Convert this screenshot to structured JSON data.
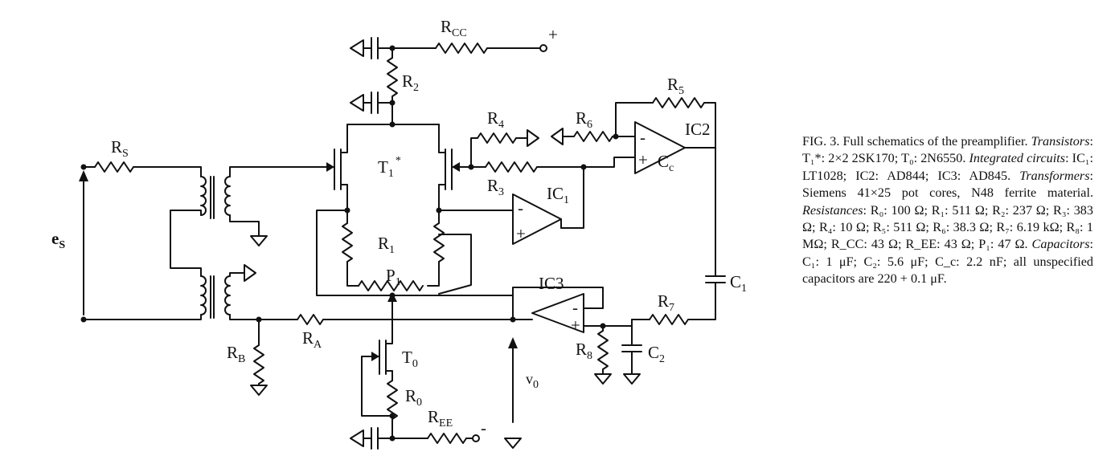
{
  "diagram": {
    "components": {
      "R_CC": {
        "main": "R",
        "sub": "CC"
      },
      "plus": "+",
      "R_2": {
        "main": "R",
        "sub": "2"
      },
      "R_5": {
        "main": "R",
        "sub": "5"
      },
      "R_4": {
        "main": "R",
        "sub": "4"
      },
      "R_6": {
        "main": "R",
        "sub": "6"
      },
      "IC2": "IC2",
      "C_c": {
        "main": "C",
        "sub": "c"
      },
      "R_S": {
        "main": "R",
        "sub": "S"
      },
      "T_1": {
        "main": "T",
        "sub": "1",
        "sup": "*"
      },
      "R_3": {
        "main": "R",
        "sub": "3"
      },
      "IC_1": {
        "main": "IC",
        "sub": "1"
      },
      "e_S": {
        "main": "e",
        "sub": "S"
      },
      "R_1": {
        "main": "R",
        "sub": "1"
      },
      "P_1": {
        "main": "P",
        "sub": "1"
      },
      "IC3": "IC3",
      "C_1": {
        "main": "C",
        "sub": "1"
      },
      "R_7": {
        "main": "R",
        "sub": "7"
      },
      "R_A": {
        "main": "R",
        "sub": "A"
      },
      "R_B": {
        "main": "R",
        "sub": "B"
      },
      "T_0": {
        "main": "T",
        "sub": "0"
      },
      "R_0": {
        "main": "R",
        "sub": "0"
      },
      "R_8": {
        "main": "R",
        "sub": "8"
      },
      "C_2": {
        "main": "C",
        "sub": "2"
      },
      "v_0": {
        "main": "v",
        "sub": "0"
      },
      "R_EE": {
        "main": "R",
        "sub": "EE"
      },
      "minus": "-",
      "opamp_minus": "-",
      "opamp_plus": "+"
    }
  },
  "caption": {
    "lead": "FIG. 3. Full schematics of the preamplifier. ",
    "parts": [
      {
        "label": "Transistors",
        "text": ": T₁*: 2×2 2SK170; T₀: 2N6550. "
      },
      {
        "label": "Integrated circuits",
        "text": ": IC₁: LT1028; IC2: AD844; IC3: AD845. "
      },
      {
        "label": "Transformers",
        "text": ": Siemens 41×25 pot cores, N48 ferrite material. "
      },
      {
        "label": "Resistances",
        "text": ": R₀: 100 Ω; R₁: 511 Ω; R₂: 237 Ω; R₃: 383 Ω; R₄: 10 Ω; R₅: 511 Ω; R₆: 38.3 Ω; R₇: 6.19 kΩ; R₈: 1 MΩ; R_CC: 43 Ω; R_EE: 43 Ω; P₁: 47 Ω. "
      },
      {
        "label": "Capacitors",
        "text": ": C₁: 1 μF; C₂: 5.6 μF; C_c: 2.2 nF; all unspecified capacitors are 220 + 0.1 μF."
      }
    ]
  }
}
